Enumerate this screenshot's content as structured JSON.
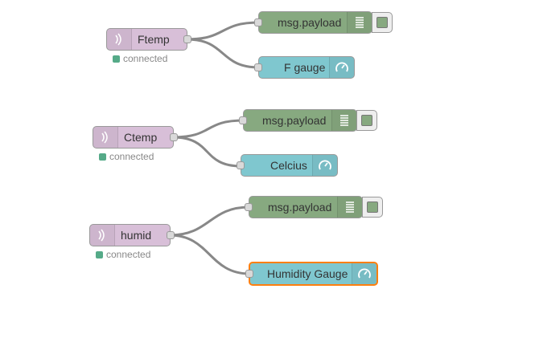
{
  "flows": [
    {
      "input": {
        "label": "Ftemp",
        "icon": "mqtt-icon",
        "status": {
          "text": "connected",
          "color": "#5a8"
        }
      },
      "debug": {
        "label": "msg.payload",
        "icon": "list-icon"
      },
      "gauge": {
        "label": "F gauge",
        "icon": "gauge-icon"
      }
    },
    {
      "input": {
        "label": "Ctemp",
        "icon": "mqtt-icon",
        "status": {
          "text": "connected",
          "color": "#5a8"
        }
      },
      "debug": {
        "label": "msg.payload",
        "icon": "list-icon"
      },
      "gauge": {
        "label": "Celcius",
        "icon": "gauge-icon"
      }
    },
    {
      "input": {
        "label": "humid",
        "icon": "mqtt-icon",
        "status": {
          "text": "connected",
          "color": "#5a8"
        }
      },
      "debug": {
        "label": "msg.payload",
        "icon": "list-icon"
      },
      "gauge": {
        "label": "Humidity Gauge",
        "icon": "gauge-icon",
        "selected": true
      }
    }
  ],
  "colors": {
    "mqtt_node": "#d8bfd8",
    "debug_node": "#87a980",
    "gauge_node": "#7fc7cf",
    "selection": "#ff7f0e",
    "wire": "#888888",
    "status_connected": "#5a8"
  }
}
